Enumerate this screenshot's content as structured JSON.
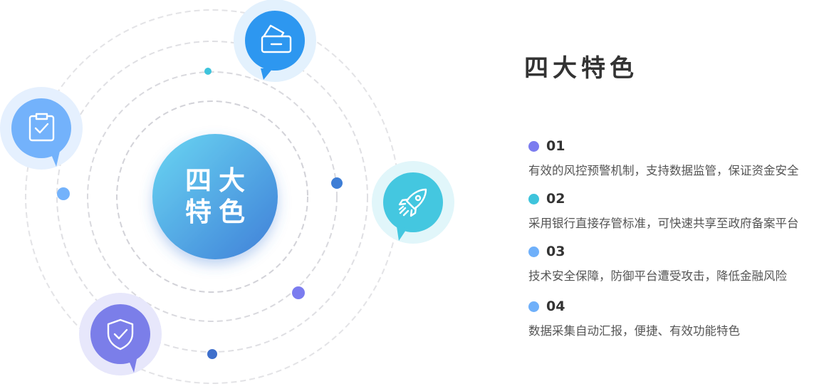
{
  "center": {
    "line1": "四大",
    "line2": "特色"
  },
  "title": "四大特色",
  "features": [
    {
      "num": "01",
      "desc": "有效的风控预警机制，支持数据监管，保证资金安全",
      "dot_color": "#7b7cef"
    },
    {
      "num": "02",
      "desc": "采用银行直接存管标准，可快速共享至政府备案平台",
      "dot_color": "#3ec4dc"
    },
    {
      "num": "03",
      "desc": "技术安全保障，防御平台遭受攻击，降低金融风险",
      "dot_color": "#6fb0fa"
    },
    {
      "num": "04",
      "desc": "数据采集自动汇报，便捷、有效功能特色",
      "dot_color": "#6fb0fa"
    }
  ],
  "icons": [
    {
      "name": "payment-card-icon",
      "color": "#2d97f0",
      "halo": "#e3f1fd"
    },
    {
      "name": "clipboard-check-icon",
      "color": "#73b2fb",
      "halo": "#e5f0fe"
    },
    {
      "name": "rocket-icon",
      "color": "#44c7e0",
      "halo": "#e1f6fa"
    },
    {
      "name": "shield-check-icon",
      "color": "#7b7ee9",
      "halo": "#e7e7fb"
    }
  ]
}
